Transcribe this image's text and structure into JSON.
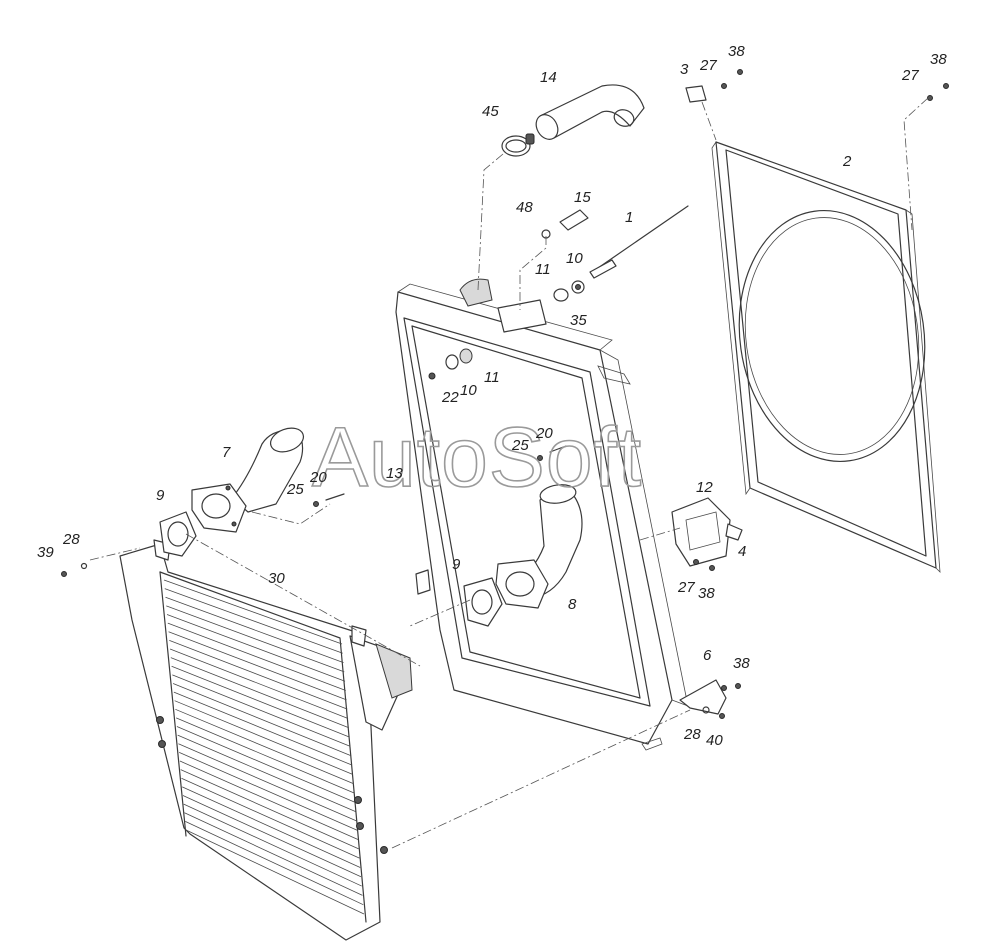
{
  "watermark": "AutoSoft",
  "callouts": {
    "c1": "1",
    "c2": "2",
    "c3": "3",
    "c4": "4",
    "c6": "6",
    "c7": "7",
    "c8": "8",
    "c9a": "9",
    "c9b": "9",
    "c10a": "10",
    "c10b": "10",
    "c11a": "11",
    "c11b": "11",
    "c12": "12",
    "c13": "13",
    "c14": "14",
    "c15": "15",
    "c20a": "20",
    "c20b": "20",
    "c22": "22",
    "c25a": "25",
    "c25b": "25",
    "c27a": "27",
    "c27b": "27",
    "c27c": "27",
    "c28a": "28",
    "c28b": "28",
    "c30": "30",
    "c35": "35",
    "c38a": "38",
    "c38b": "38",
    "c38c": "38",
    "c38d": "38",
    "c39": "39",
    "c40": "40",
    "c45": "45",
    "c48": "48"
  }
}
